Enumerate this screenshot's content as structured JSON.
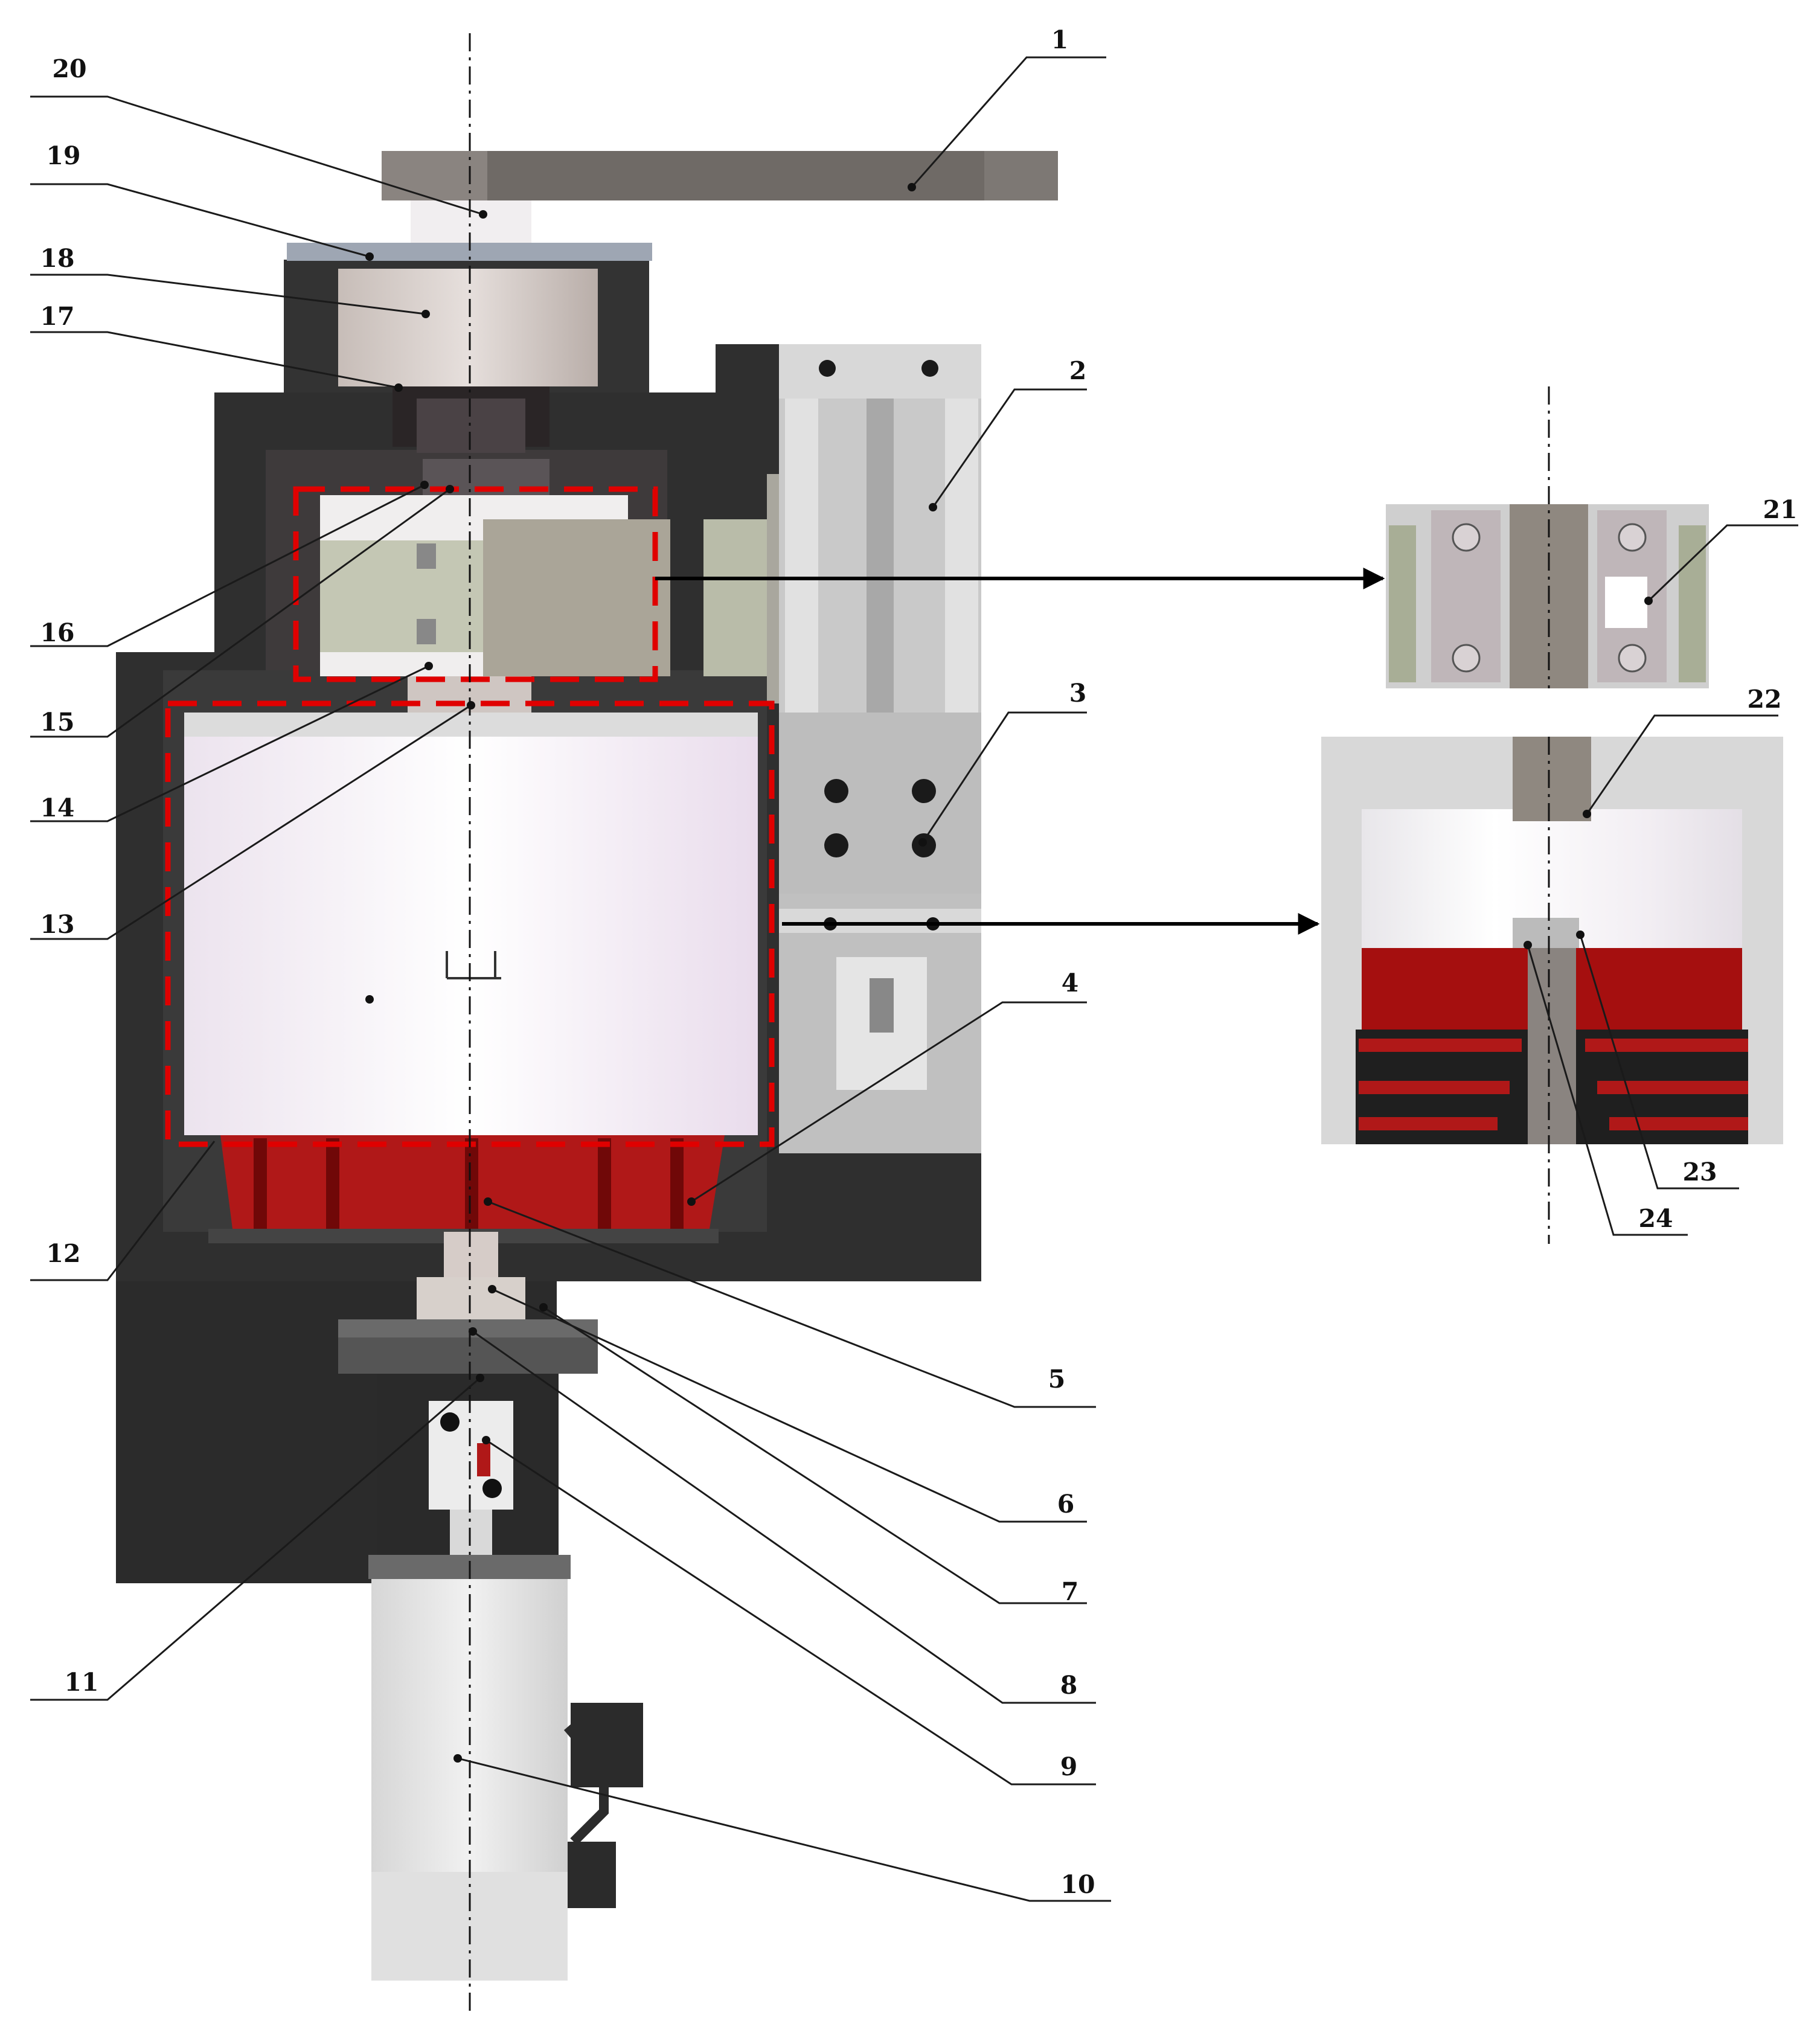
{
  "callouts": {
    "c1": "1",
    "c2": "2",
    "c3": "3",
    "c4": "4",
    "c5": "5",
    "c6": "6",
    "c7": "7",
    "c8": "8",
    "c9": "9",
    "c10": "10",
    "c11": "11",
    "c12": "12",
    "c13": "13",
    "c14": "14",
    "c15": "15",
    "c16": "16",
    "c17": "17",
    "c18": "18",
    "c19": "19",
    "c20": "20",
    "c21": "21",
    "c22": "22",
    "c23": "23",
    "c24": "24"
  },
  "colors": {
    "housing_dark": "#2e2e2e",
    "housing_mid": "#3a3a3a",
    "arm_gray": "#6f6a66",
    "drum_white": "#f4f2f4",
    "blade_red": "#b01818",
    "highlight_dash": "#e00000",
    "bracket_green": "#b9bca9",
    "rail_gray": "#c9c9c9",
    "motor_gray": "#e3e3e3"
  }
}
